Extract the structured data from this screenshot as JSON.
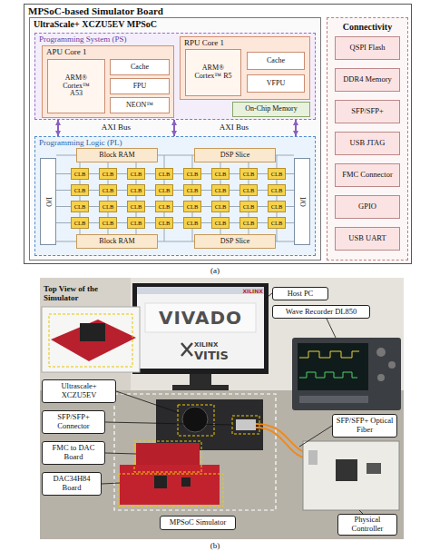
{
  "diagram": {
    "nodes": [
      {
        "text": [
          "MPSoC-based Simulator Board"
        ]
      },
      {
        "text": [
          "UltraScale+ XCZU5EV MPSoC"
        ],
        "in": 0
      },
      {
        "text": [
          "Programming System (PS)"
        ],
        "in": 1
      },
      {
        "text": [
          "APU Core 1"
        ],
        "in": 2
      },
      {
        "text": [
          "ARM® Cortex™ A53"
        ],
        "in": 3
      },
      {
        "text": [
          "Cache"
        ],
        "in": 3
      },
      {
        "text": [
          "FPU"
        ],
        "in": 3
      },
      {
        "text": [
          "NEON™"
        ],
        "in": 3
      },
      {
        "text": [
          "RPU Core 1"
        ],
        "in": 2
      },
      {
        "text": [
          "ARM® Cortex™ R5"
        ],
        "in": 8
      },
      {
        "text": [
          "Cache"
        ],
        "in": 8
      },
      {
        "text": [
          "VFPU"
        ],
        "in": 8
      },
      {
        "text": [
          "On-Chip Memory"
        ],
        "in": 2
      },
      {
        "text": [
          "Programming Logic (PL)"
        ],
        "in": 1
      },
      {
        "text": [
          "I/O"
        ],
        "in": 13
      },
      {
        "text": [
          "Block RAM"
        ],
        "in": 13
      },
      {
        "text": [
          "DSP Slice"
        ],
        "in": 13
      },
      {
        "text": [
          "CLB"
        ],
        "in": 13
      },
      {
        "text": [
          "CLB"
        ],
        "in": 13
      },
      {
        "text": [
          "CLB"
        ],
        "in": 13
      },
      {
        "text": [
          "CLB"
        ],
        "in": 13
      },
      {
        "text": [
          "CLB"
        ],
        "in": 13
      },
      {
        "text": [
          "CLB"
        ],
        "in": 13
      },
      {
        "text": [
          "CLB"
        ],
        "in": 13
      },
      {
        "text": [
          "CLB"
        ],
        "in": 13
      },
      {
        "text": [
          "CLB"
        ],
        "in": 13
      },
      {
        "text": [
          "CLB"
        ],
        "in": 13
      },
      {
        "text": [
          "CLB"
        ],
        "in": 13
      },
      {
        "text": [
          "CLB"
        ],
        "in": 13
      },
      {
        "text": [
          "CLB"
        ],
        "in": 13
      },
      {
        "text": [
          "CLB"
        ],
        "in": 13
      },
      {
        "text": [
          "CLB"
        ],
        "in": 13
      },
      {
        "text": [
          "CLB"
        ],
        "in": 13
      },
      {
        "text": [
          "CLB"
        ],
        "in": 13
      },
      {
        "text": [
          "CLB"
        ],
        "in": 13
      },
      {
        "text": [
          "CLB"
        ],
        "in": 13
      },
      {
        "text": [
          "CLB"
        ],
        "in": 13
      },
      {
        "text": [
          "CLB"
        ],
        "in": 13
      },
      {
        "text": [
          "CLB"
        ],
        "in": 13
      },
      {
        "text": [
          "CLB"
        ],
        "in": 13
      },
      {
        "text": [
          "CLB"
        ],
        "in": 13
      },
      {
        "text": [
          "CLB"
        ],
        "in": 13
      },
      {
        "text": [
          "CLB"
        ],
        "in": 13
      },
      {
        "text": [
          "CLB"
        ],
        "in": 13
      },
      {
        "text": [
          "CLB"
        ],
        "in": 13
      },
      {
        "text": [
          "CLB"
        ],
        "in": 13
      },
      {
        "text": [
          "CLB"
        ],
        "in": 13
      },
      {
        "text": [
          "CLB"
        ],
        "in": 13
      },
      {
        "text": [
          "CLB"
        ],
        "in": 13
      },
      {
        "text": [
          "Block RAM"
        ],
        "in": 13
      },
      {
        "text": [
          "DSP Slice"
        ],
        "in": 13
      },
      {
        "text": [
          "I/O"
        ],
        "in": 13
      },
      {
        "text": [
          "Connectivity"
        ],
        "in": 0
      },
      {
        "text": [
          "QSPI Flash"
        ],
        "in": 52
      },
      {
        "text": [
          "DDR4 Memory"
        ],
        "in": 52
      },
      {
        "text": [
          "SFP/SFP+"
        ],
        "in": 52
      },
      {
        "text": [
          "USB JTAG"
        ],
        "in": 52
      },
      {
        "text": [
          "FMC Connector"
        ],
        "in": 52
      },
      {
        "text": [
          "GPIO"
        ],
        "in": 52
      },
      {
        "text": [
          "USB UART"
        ],
        "in": 52
      },
      {
        "text": [
          "Host PC"
        ]
      },
      {
        "text": [
          "Wave Recorder DL850"
        ]
      },
      {
        "text": [
          "Ultrascale+ XCZU5EV"
        ]
      },
      {
        "text": [
          "SFP/SFP+ Connector"
        ]
      },
      {
        "text": [
          "SFP/SFP+ Optical Fiber"
        ]
      },
      {
        "text": [
          "FMC to DAC Board"
        ]
      },
      {
        "text": [
          "DAC34H84 Board"
        ]
      },
      {
        "text": [
          "MPSoC Simulator"
        ]
      },
      {
        "text": [
          "Physical Controller"
        ]
      }
    ],
    "edges": [
      {
        "from": 2,
        "to": 13,
        "label": "AXI Bus",
        "arrow": "both"
      },
      {
        "from": 2,
        "to": 13,
        "label": "AXI Bus",
        "arrow": "both"
      },
      {
        "from": 2,
        "to": 13,
        "arrow": "both"
      }
    ],
    "labels": [
      "(a)",
      "XILINX",
      "VIVADO",
      "XILINX",
      "VITIS",
      "Top View of the Simulator",
      "(b)"
    ]
  }
}
